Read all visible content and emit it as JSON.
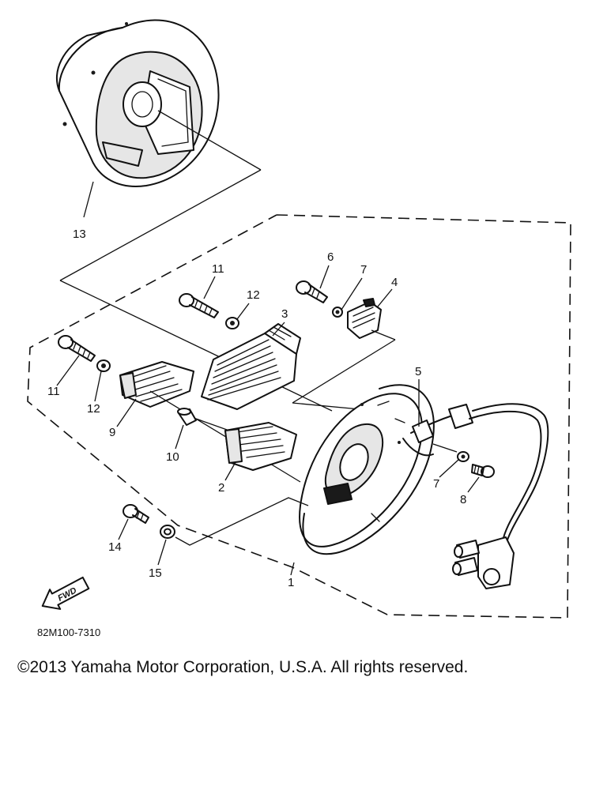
{
  "diagram": {
    "callouts": {
      "c1": "1",
      "c2": "2",
      "c3": "3",
      "c4": "4",
      "c5": "5",
      "c6": "6",
      "c7a": "7",
      "c7b": "7",
      "c8": "8",
      "c9": "9",
      "c10": "10",
      "c11a": "11",
      "c11b": "11",
      "c12a": "12",
      "c12b": "12",
      "c13": "13",
      "c14": "14",
      "c15": "15"
    },
    "fwd_label": "FWD",
    "drawing_code": "82M100-7310"
  },
  "copyright": "©2013 Yamaha Motor Corporation, U.S.A. All rights reserved."
}
